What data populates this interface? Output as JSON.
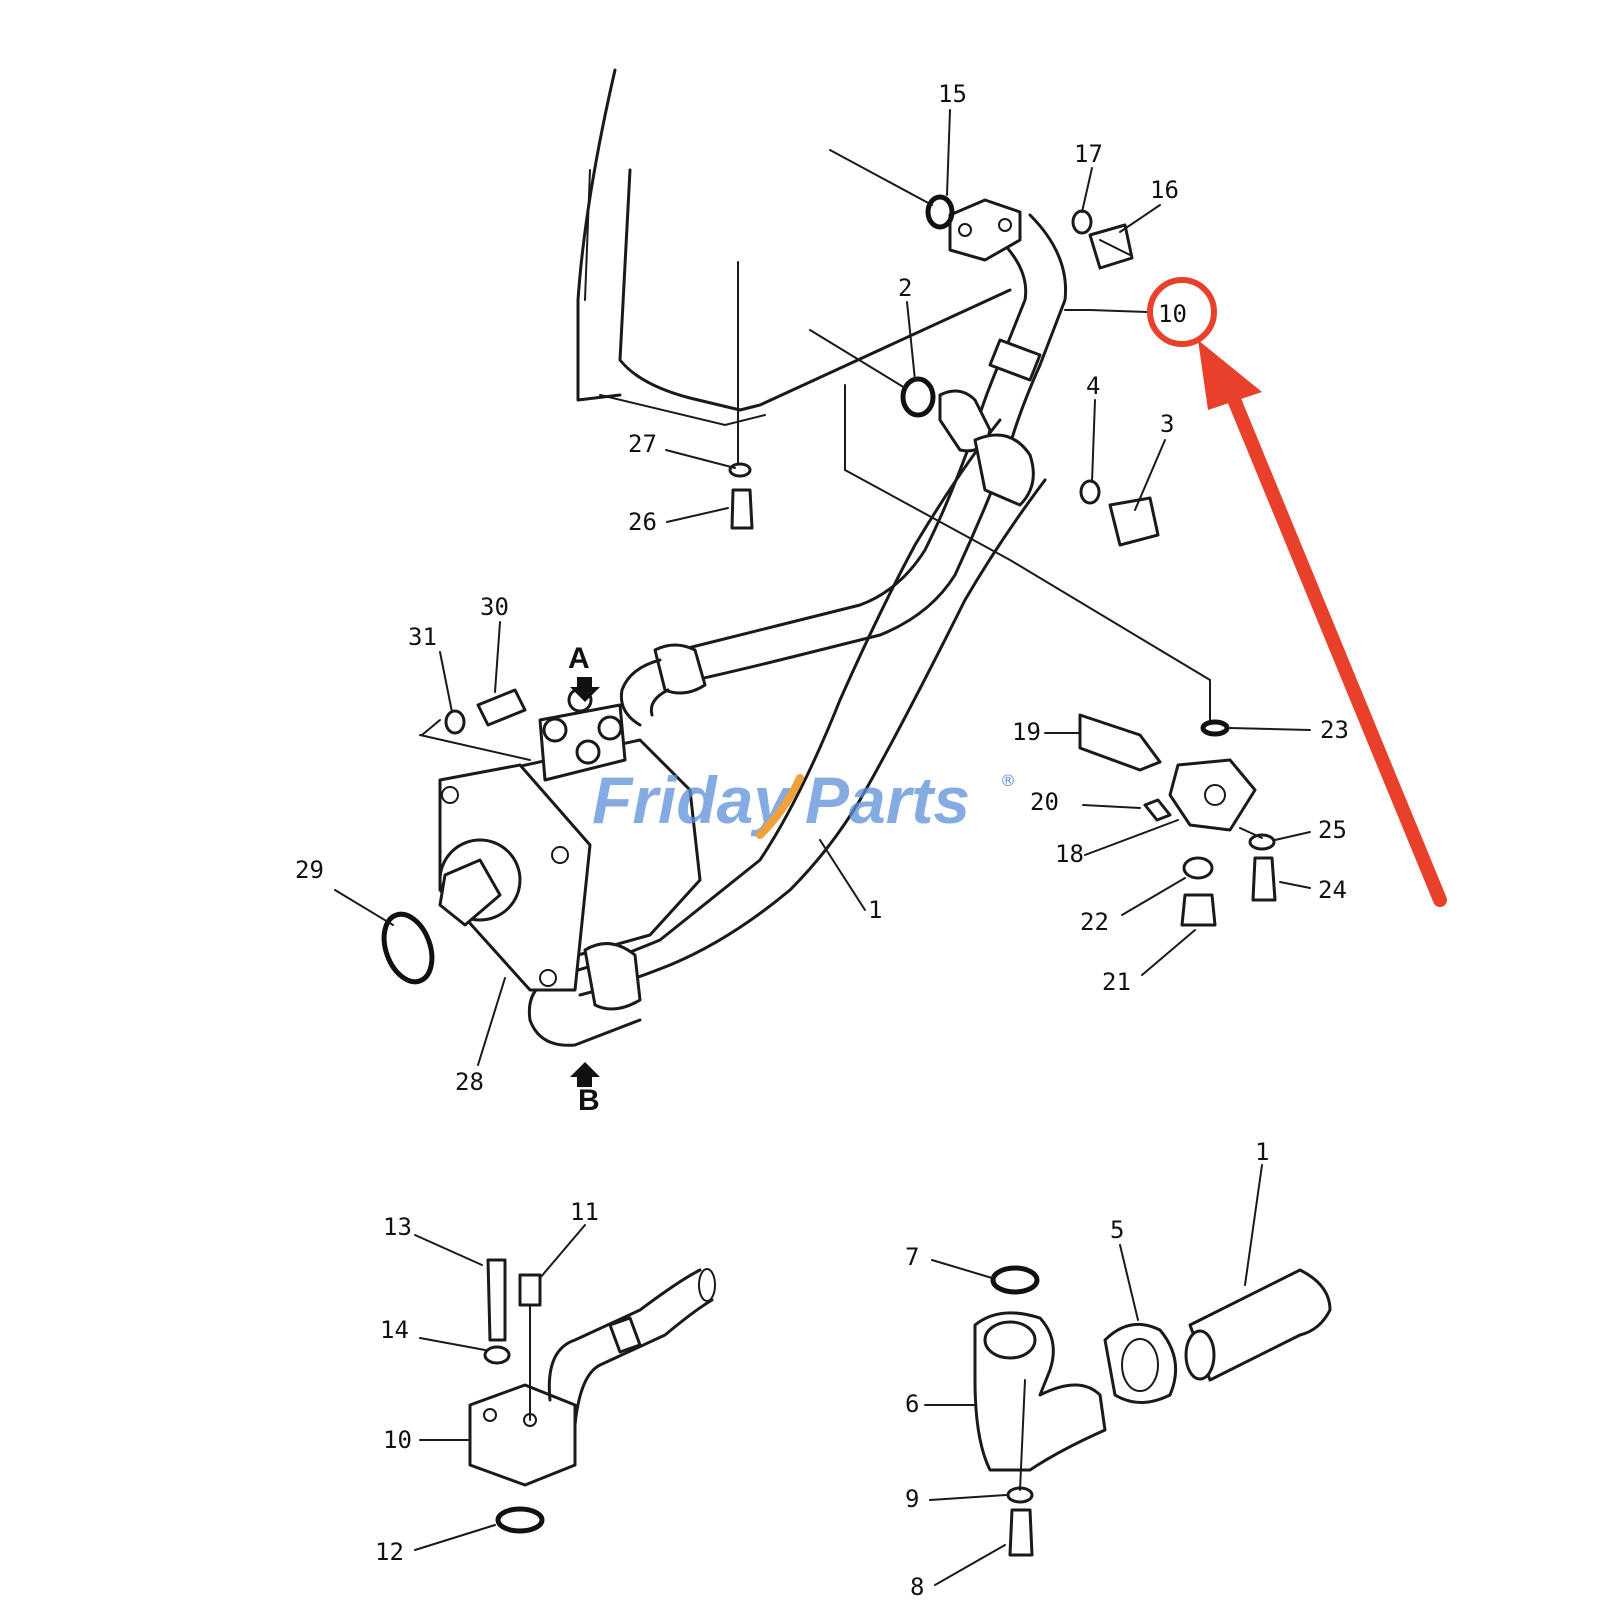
{
  "watermark": {
    "part1": "Friday",
    "part2": "Parts",
    "mark": "®",
    "color": "#5b8fd8",
    "accent": "#f0a23a"
  },
  "markers": {
    "a": "A",
    "b": "B"
  },
  "highlight": {
    "target": "10",
    "color": "#e8402b"
  },
  "callouts": {
    "n1": "1",
    "n1b": "1",
    "n2": "2",
    "n3": "3",
    "n4": "4",
    "n5": "5",
    "n6": "6",
    "n7": "7",
    "n8": "8",
    "n9": "9",
    "n10": "10",
    "n10b": "10",
    "n11": "11",
    "n12": "12",
    "n13": "13",
    "n14": "14",
    "n15": "15",
    "n16": "16",
    "n17": "17",
    "n18": "18",
    "n19": "19",
    "n20": "20",
    "n21": "21",
    "n22": "22",
    "n23": "23",
    "n24": "24",
    "n25": "25",
    "n26": "26",
    "n27": "27",
    "n28": "28",
    "n29": "29",
    "n30": "30",
    "n31": "31"
  }
}
